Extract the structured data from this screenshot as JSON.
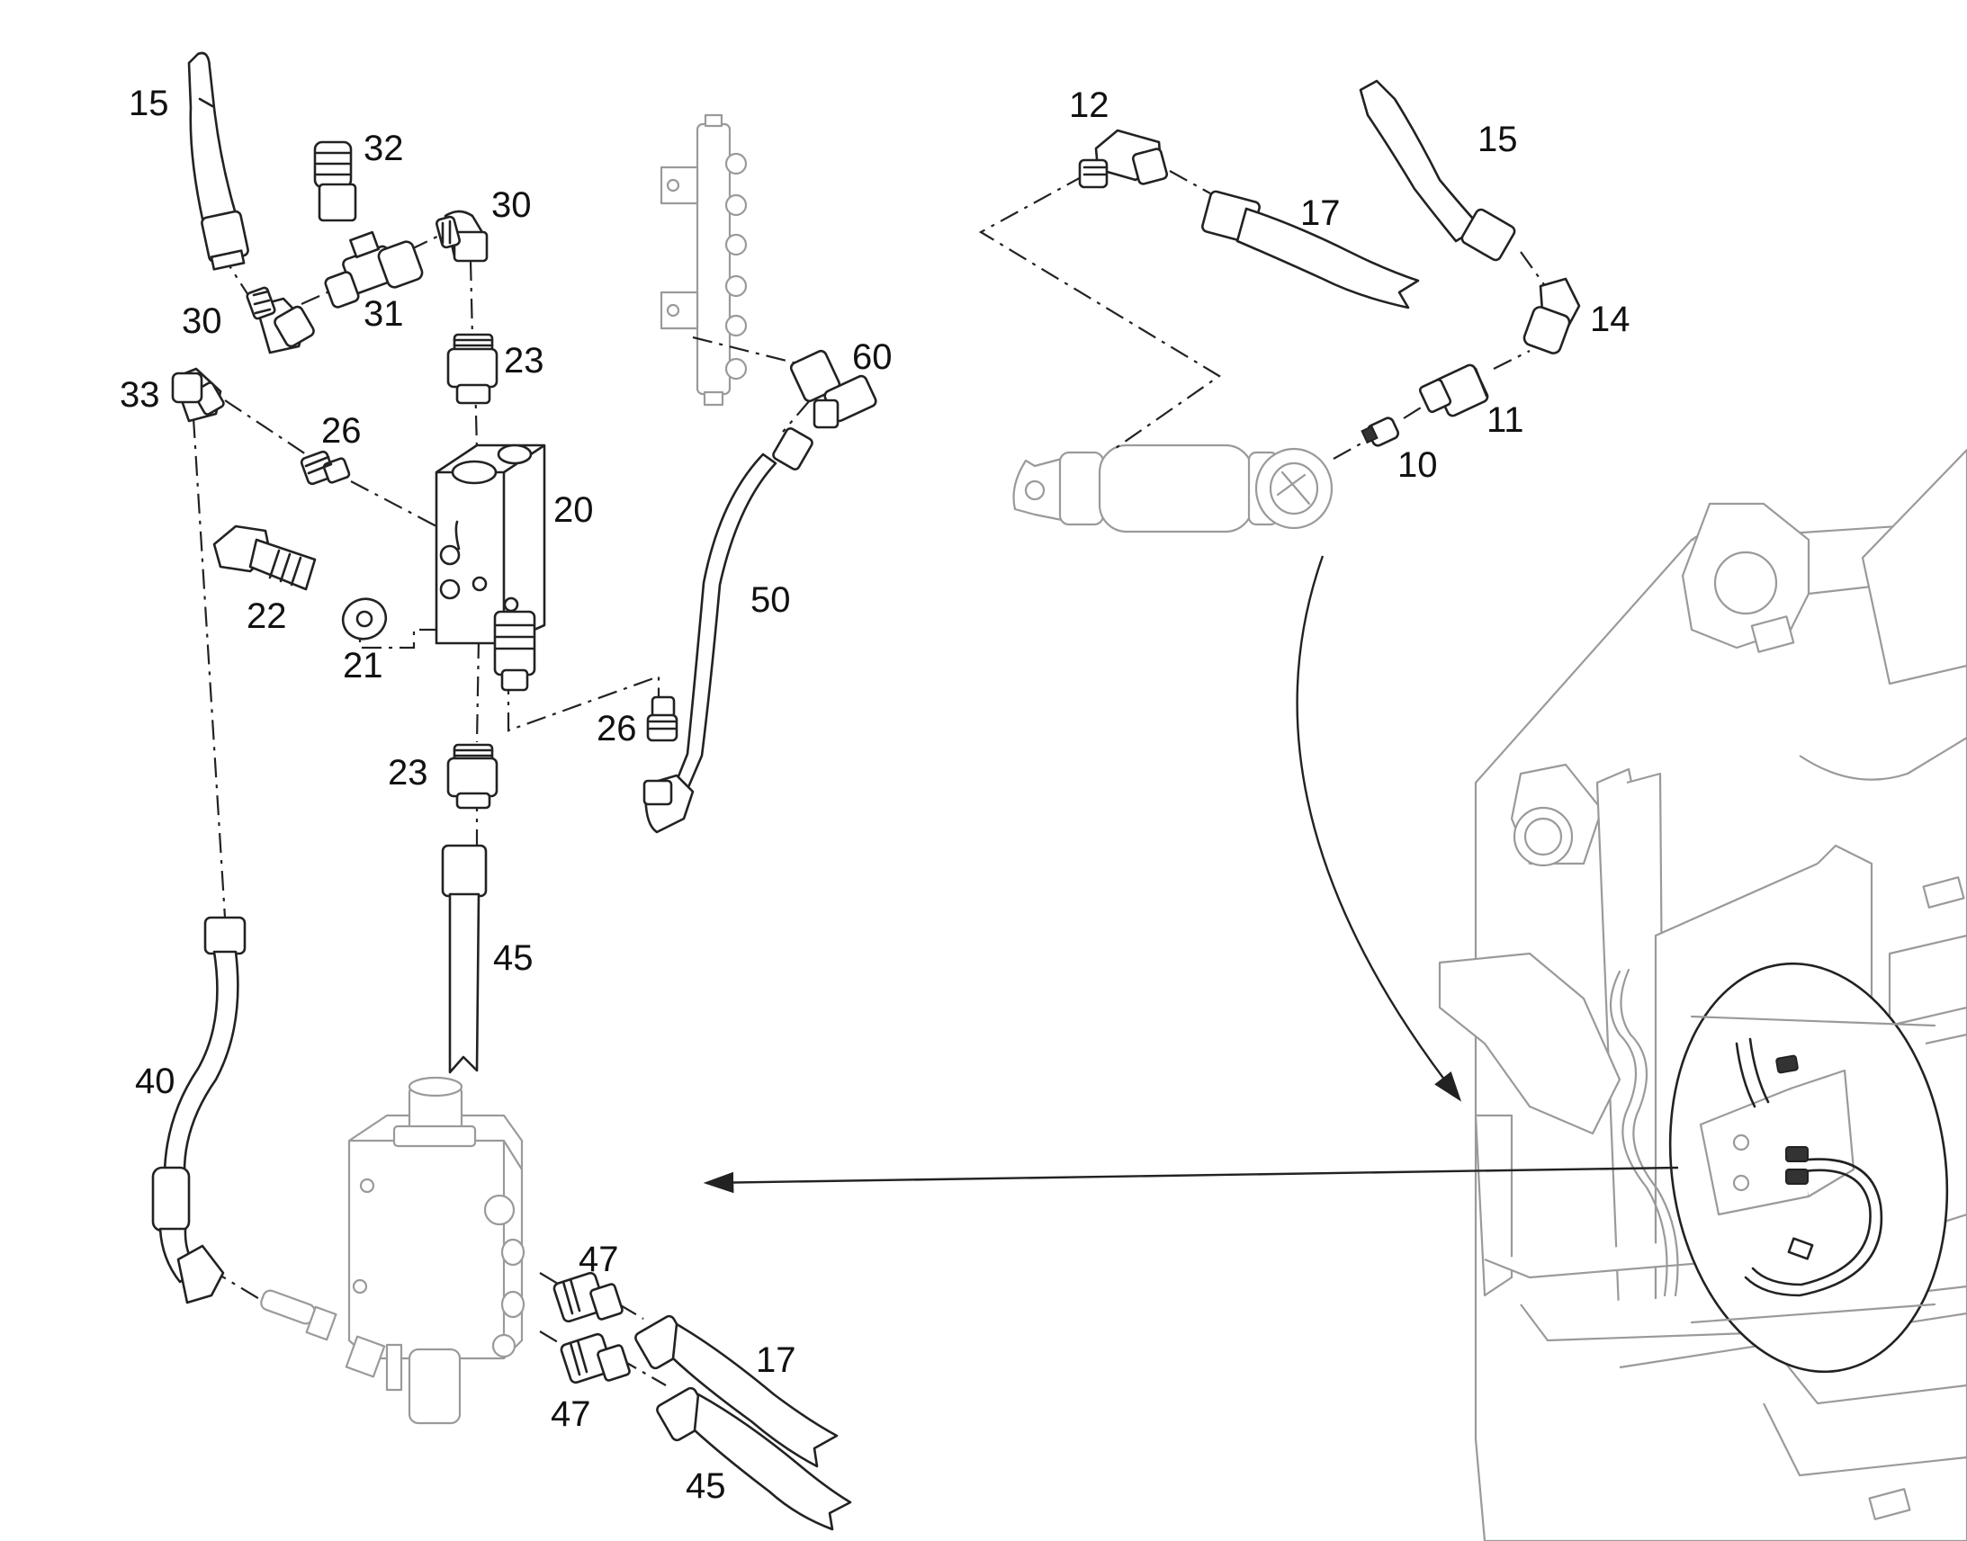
{
  "labels": {
    "p15a": "15",
    "p32": "32",
    "p30a": "30",
    "p30b": "30",
    "p31": "31",
    "p23a": "23",
    "p33": "33",
    "p26a": "26",
    "p20": "20",
    "p22": "22",
    "p21": "21",
    "p26b": "26",
    "p23b": "23",
    "p45a": "45",
    "p50": "50",
    "p60": "60",
    "p40": "40",
    "p47a": "47",
    "p47b": "47",
    "p17a": "17",
    "p45b": "45",
    "p12": "12",
    "p17b": "17",
    "p15b": "15",
    "p14": "14",
    "p11": "11",
    "p10": "10"
  },
  "colors": {
    "ink": "#222222",
    "ghost": "#9a9a9a",
    "background": "#ffffff"
  }
}
